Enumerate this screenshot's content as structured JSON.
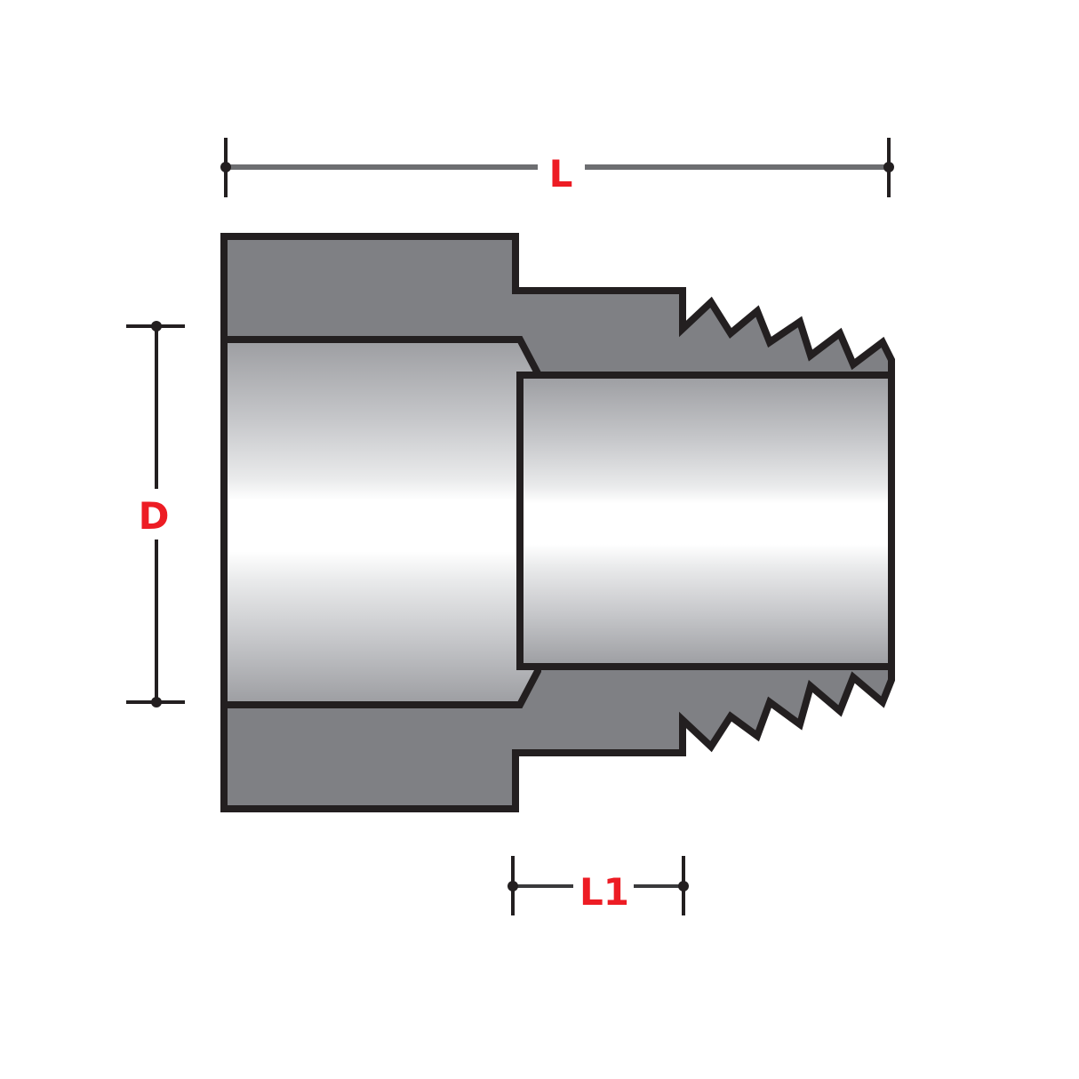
{
  "diagram": {
    "subject": "threaded pipe adapter (socket x male thread) cross-section",
    "colors": {
      "background": "#ffffff",
      "body_fill": "#7f8084",
      "outline": "#231f20",
      "dimension_line": "#5a5a5c",
      "dimension_text": "#ed1c24",
      "bore_edge": "#9c9da1",
      "bore_highlight": "#ffffff"
    },
    "dimensions": {
      "overall_length": {
        "label": "L"
      },
      "diameter": {
        "label": "D"
      },
      "thread_length": {
        "label": "L1"
      }
    }
  }
}
